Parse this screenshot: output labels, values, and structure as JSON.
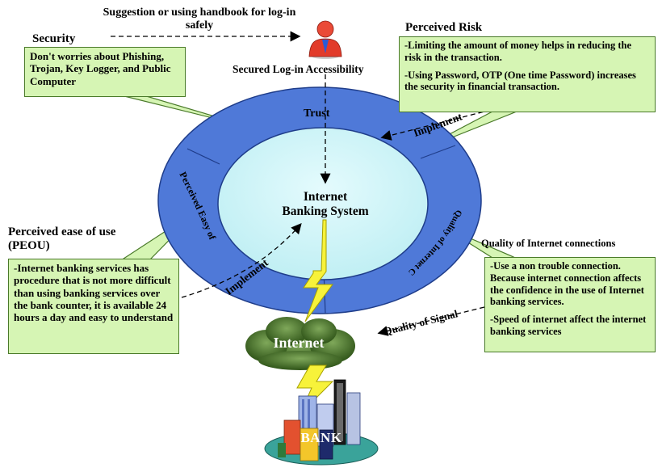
{
  "top_suggestion": "Suggestion or using handbook for log-in safely",
  "security": {
    "title": "Security",
    "box": "Don't worries about Phishing, Trojan, Key Logger, and Public Computer"
  },
  "perceived_risk": {
    "title": "Perceived Risk",
    "items": [
      "-Limiting the amount of money helps in reducing the risk in the transaction.",
      "-Using Password, OTP (One time Password) increases the security in financial transaction."
    ]
  },
  "secured_login": "Secured Log-in Accessibility",
  "ring": {
    "trust": "Trust",
    "implement_right": "Implement",
    "implement_left": "Implement",
    "peou_label": "Perceived Easy of Use: PEOU",
    "quality_label": "Quality of Internet Connection"
  },
  "center": {
    "line1": "Internet",
    "line2": "Banking System"
  },
  "peou": {
    "title_line1": "Perceived ease of use",
    "title_line2": "(PEOU)",
    "box": "-Internet banking services has procedure that is not more difficult than using banking services over the bank counter, it is available 24 hours a day and easy to understand"
  },
  "quality": {
    "title": "Quality of Internet connections",
    "items": [
      "-Use a non trouble connection. Because internet connection affects the confidence in the use of Internet banking services.",
      "-Speed of internet affect the internet banking services"
    ]
  },
  "internet_cloud": "Internet",
  "quality_signal": "Quality of Signal",
  "bank": "BANK",
  "colors": {
    "ring": "#4f79d8",
    "inner": "#c9f4f7",
    "box_fill": "#d6f5b4",
    "box_border": "#4a7a2a",
    "cloud": "#4b7a2b",
    "bolt": "#f7f23a",
    "person": "#e23b2a"
  },
  "icons": [
    "person-icon",
    "lightning-bolt-icon",
    "cloud-icon",
    "bank-buildings-icon"
  ]
}
